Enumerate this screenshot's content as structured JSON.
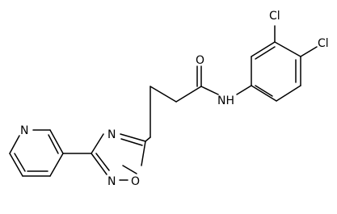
{
  "structure": {
    "atom_labels": {
      "cl_upper": "Cl",
      "cl_right": "Cl",
      "amide_oxygen": "O",
      "amide_nh": "NH",
      "oxadiazole_n_upper": "N",
      "oxadiazole_n_lower": "N",
      "oxadiazole_o": "O",
      "pyridine_n": "N"
    },
    "colors": {
      "bond": "#000000",
      "label": "#000000",
      "background": "#ffffff"
    }
  }
}
